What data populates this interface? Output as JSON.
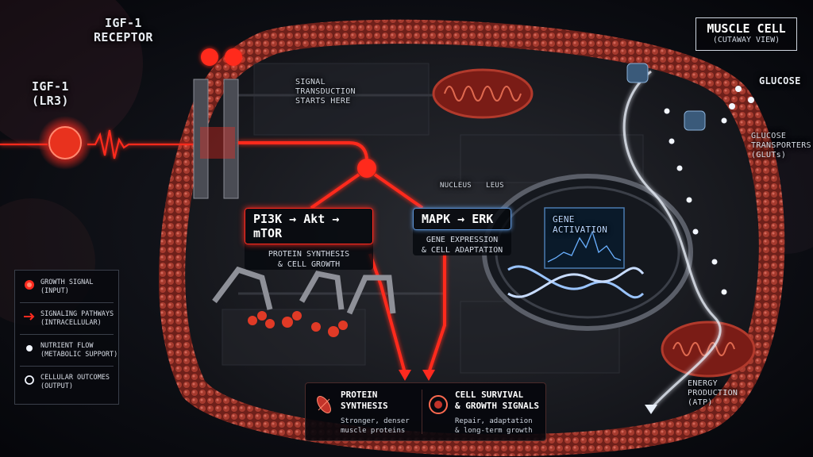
{
  "title": {
    "line1": "MUSCLE CELL",
    "line2": "(CUTAWAY VIEW)"
  },
  "labels": {
    "igf1": {
      "line1": "IGF-1",
      "line2": "(LR3)"
    },
    "receptor": {
      "line1": "IGF-1",
      "line2": "RECEPTOR"
    },
    "signal": {
      "line1": "SIGNAL",
      "line2": "TRANSDUCTION",
      "line3": "STARTS HERE"
    },
    "glucose": "GLUCOSE",
    "transporters": {
      "line1": "GLUCOSE",
      "line2": "TRANSPORTERS",
      "line3": "(GLUTs)"
    },
    "nucleus": "NUCLEUS",
    "nucleus_echo": "LEUS",
    "gene_activation": {
      "line1": "GENE",
      "line2": "ACTIVATION"
    },
    "energy": {
      "line1": "ENERGY",
      "line2": "PRODUCTION",
      "line3": "(ATP)"
    }
  },
  "pathways": {
    "pi3k": {
      "title": "PI3K → Akt → mTOR",
      "desc1": "PROTEIN SYNTHESIS",
      "desc2": "& CELL GROWTH"
    },
    "mapk": {
      "title": "MAPK → ERK",
      "desc1": "GENE EXPRESSION",
      "desc2": "& CELL ADAPTATION"
    }
  },
  "legend": [
    {
      "icon": "growth-signal-icon",
      "line1": "GROWTH SIGNAL",
      "line2": "(INPUT)"
    },
    {
      "icon": "signaling-arrow-icon",
      "line1": "SIGNALING PATHWAYS",
      "line2": "(INTRACELLULAR)"
    },
    {
      "icon": "nutrient-dot-icon",
      "line1": "NUTRIENT FLOW",
      "line2": "(METABOLIC SUPPORT)"
    },
    {
      "icon": "outcome-ring-icon",
      "line1": "CELLULAR OUTCOMES",
      "line2": "(OUTPUT)"
    }
  ],
  "outcomes": [
    {
      "icon": "muscle-fiber-icon",
      "title1": "PROTEIN",
      "title2": "SYNTHESIS",
      "desc1": "Stronger, denser",
      "desc2": "muscle proteins"
    },
    {
      "icon": "cell-icon",
      "title1": "CELL SURVIVAL",
      "title2": "& GROWTH SIGNALS",
      "desc1": "Repair, adaptation",
      "desc2": "& long-term growth"
    }
  ],
  "colors": {
    "signal_red": "#ff2a1f",
    "membrane": "#8a2a22",
    "nutrient": "#f2f6ff",
    "path_blue": "#5a8fd0",
    "background": "#07080c"
  }
}
